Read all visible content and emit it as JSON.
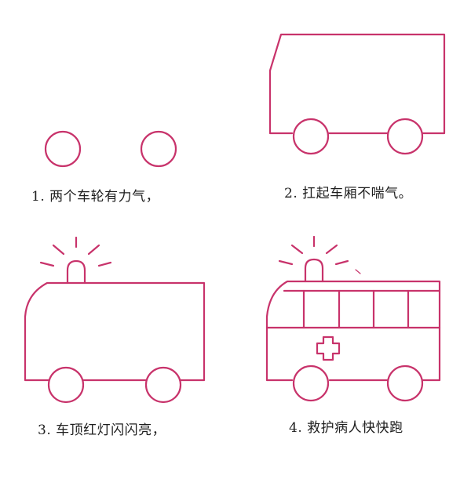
{
  "colors": {
    "line": "#c8336b",
    "text": "#1e1e1e",
    "background": "#ffffff"
  },
  "steps": [
    {
      "caption": "1. 两个车轮有力气，"
    },
    {
      "caption": "2. 扛起车厢不喘气。"
    },
    {
      "caption": "3. 车顶红灯闪闪亮，"
    },
    {
      "caption": "4. 救护病人快快跑"
    }
  ]
}
